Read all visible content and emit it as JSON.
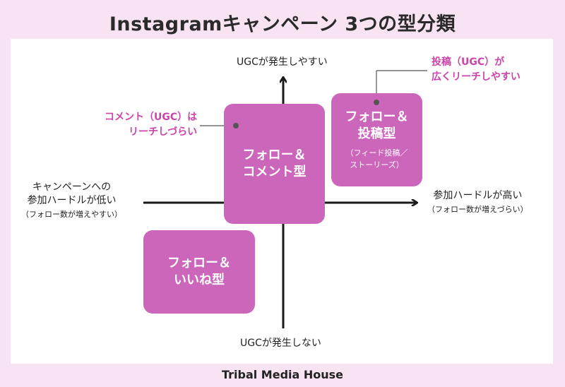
{
  "title": "Instagramキャンペーン 3つの型分類",
  "axes": {
    "top_label": "UGCが発生しやすい",
    "bottom_label": "UGCが発生しない",
    "left_label": [
      "キャンペーンへの",
      "参加ハードルが低い"
    ],
    "left_sub": "（フォロー数が増えやすい）",
    "right_label": "参加ハードルが高い",
    "right_sub": "（フォロー数が増えづらい）"
  },
  "boxes": [
    {
      "id": "follow-comment",
      "lines": [
        "フォロー＆",
        "コメント型"
      ]
    },
    {
      "id": "follow-post",
      "lines": [
        "フォロー＆",
        "投稿型"
      ],
      "sub": [
        "（フィード投稿／",
        "ストーリーズ）"
      ]
    },
    {
      "id": "follow-like",
      "lines": [
        "フォロー＆",
        "いいね型"
      ]
    }
  ],
  "callouts": {
    "comment": [
      "コメント（UGC）は",
      "リーチしづらい"
    ],
    "post": [
      "投稿（UGC）が",
      "広くリーチしやすい"
    ]
  },
  "colors": {
    "box": "#cc66bb",
    "callout_text": "#cc44aa",
    "background": "#f7e3f2"
  },
  "footer": "Tribal Media House"
}
